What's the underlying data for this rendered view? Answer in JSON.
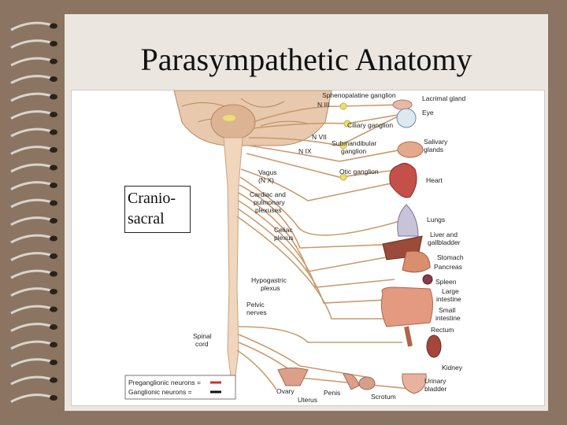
{
  "slide": {
    "title": "Parasympathetic Anatomy",
    "callout": {
      "line1": "Cranio-",
      "line2": "sacral"
    }
  },
  "figure": {
    "labels": {
      "sphenopalatine": "Sphenopalatine ganglion",
      "lacrimal": "Lacrimal gland",
      "n3": "N III",
      "eye": "Eye",
      "ciliary": "Ciliary ganglion",
      "n7": "N VII",
      "n9": "N IX",
      "submandibular1": "Submandibular",
      "submandibular2": "ganglion",
      "salivary1": "Salivary",
      "salivary2": "glands",
      "otic": "Otic ganglion",
      "vagus1": "Vagus",
      "vagus2": "(N X)",
      "heart": "Heart",
      "cardiac1": "Cardiac and",
      "cardiac2": "pulmonary",
      "cardiac3": "plexuses",
      "lungs": "Lungs",
      "celiac1": "Celiac",
      "celiac2": "plexus",
      "liver1": "Liver and",
      "liver2": "gallbladder",
      "stomach": "Stomach",
      "pancreas": "Pancreas",
      "hypogastric1": "Hypogastric",
      "hypogastric2": "plexus",
      "spleen": "Spleen",
      "largeint1": "Large",
      "largeint2": "intestine",
      "pelvic1": "Pelvic",
      "pelvic2": "nerves",
      "smallint1": "Small",
      "smallint2": "intestine",
      "rectum": "Rectum",
      "spinal1": "Spinal",
      "spinal2": "cord",
      "kidney": "Kidney",
      "ovary": "Ovary",
      "penis": "Penis",
      "scrotum": "Scrotum",
      "uterus": "Uterus",
      "urinary1": "Urinary",
      "urinary2": "bladder"
    },
    "legend": {
      "preganglionic": "Preganglionic neurons =",
      "ganglionic": "Ganglionic neurons ="
    },
    "colors": {
      "preganglionic": "#d62b2b",
      "ganglionic": "#111111",
      "nerve": "#c99a6c",
      "cord": "#f0d6bd"
    }
  }
}
